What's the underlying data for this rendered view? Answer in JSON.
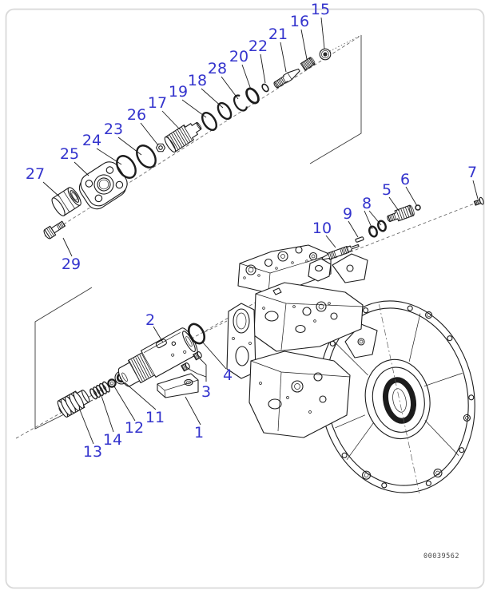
{
  "figure": {
    "doc_number": "00039562"
  },
  "colors": {
    "callout": "#3434cd",
    "line": "#1c1c1c",
    "border": "#d9d9d9"
  },
  "callouts": [
    {
      "label": "1"
    },
    {
      "label": "2"
    },
    {
      "label": "3"
    },
    {
      "label": "4"
    },
    {
      "label": "5"
    },
    {
      "label": "6"
    },
    {
      "label": "7"
    },
    {
      "label": "8"
    },
    {
      "label": "9"
    },
    {
      "label": "10"
    },
    {
      "label": "11"
    },
    {
      "label": "12"
    },
    {
      "label": "13"
    },
    {
      "label": "14"
    },
    {
      "label": "15"
    },
    {
      "label": "16"
    },
    {
      "label": "17"
    },
    {
      "label": "18"
    },
    {
      "label": "19"
    },
    {
      "label": "20"
    },
    {
      "label": "21"
    },
    {
      "label": "22"
    },
    {
      "label": "23"
    },
    {
      "label": "24"
    },
    {
      "label": "25"
    },
    {
      "label": "26"
    },
    {
      "label": "27"
    },
    {
      "label": "28"
    },
    {
      "label": "29"
    }
  ]
}
